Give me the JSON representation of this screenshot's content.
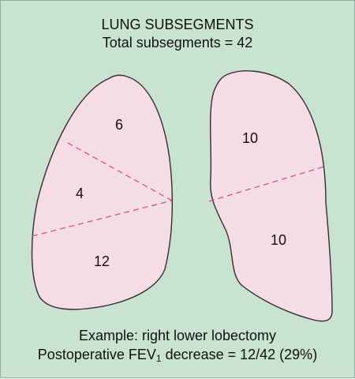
{
  "title": "LUNG SUBSEGMENTS",
  "total": "Total subsegments = 42",
  "right_lung": {
    "upper": "6",
    "middle": "4",
    "lower": "12"
  },
  "left_lung": {
    "upper": "10",
    "lower": "10"
  },
  "caption": {
    "example": "Example: right lower lobectomy",
    "formula_prefix": "Postoperative FEV",
    "formula_subscript": "1",
    "formula_suffix": " decrease = 12/42 (29%)"
  },
  "colors": {
    "background": "#c9e3d1",
    "lung_fill": "#f5dde6",
    "lung_stroke": "#3a2a33",
    "fissure": "#d9517a"
  }
}
